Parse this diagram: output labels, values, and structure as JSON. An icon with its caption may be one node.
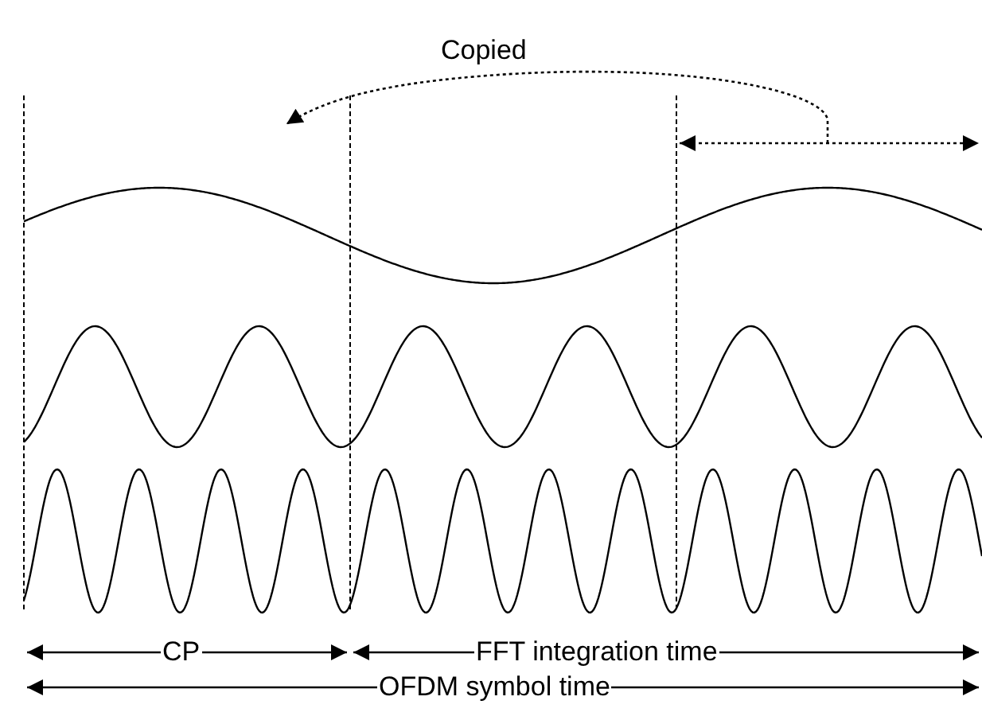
{
  "diagram": {
    "labels": [
      "Copied",
      "CP",
      "FFT integration time",
      "OFDM symbol time"
    ]
  }
}
